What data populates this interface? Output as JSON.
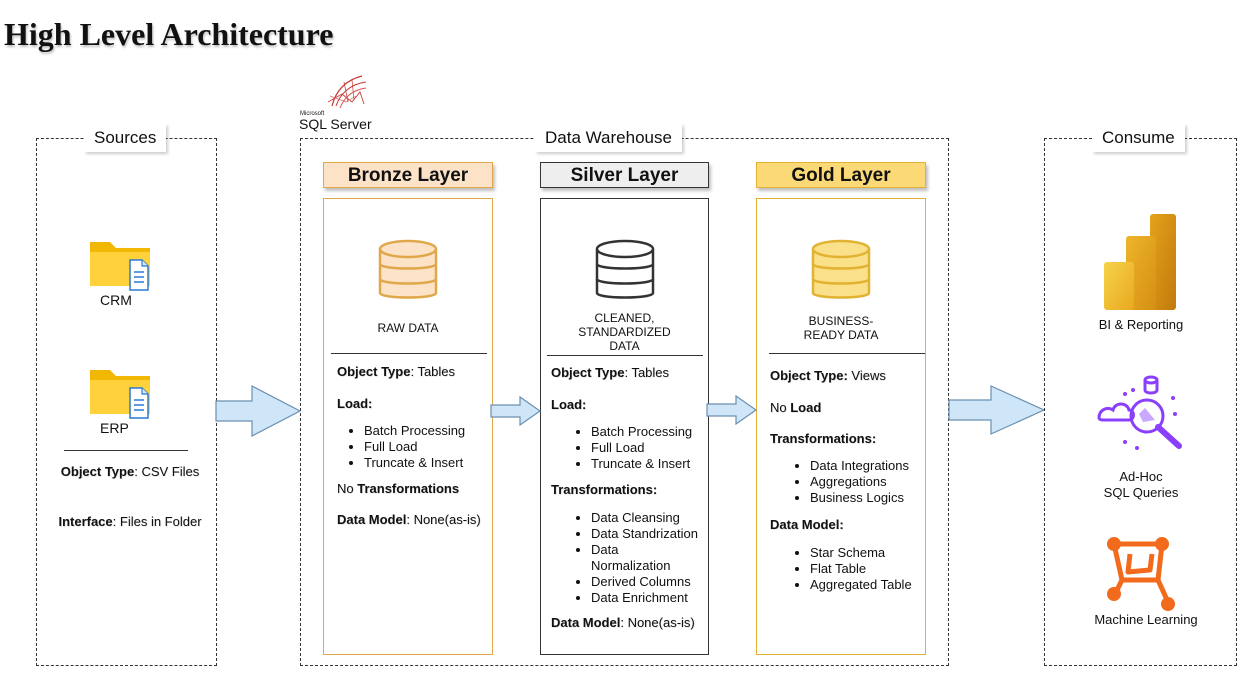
{
  "title": "High Level Architecture",
  "sql_server_logo": {
    "brand_small": "Microsoft",
    "brand": "SQL Server"
  },
  "sources": {
    "label": "Sources",
    "items": [
      {
        "label": "CRM",
        "icon": "folder-file-icon"
      },
      {
        "label": "ERP",
        "icon": "folder-file-icon"
      }
    ],
    "object_type_key": "Object Type",
    "object_type_value": ": CSV Files",
    "interface_key": "Interface",
    "interface_value": ": Files in Folder"
  },
  "warehouse": {
    "label": "Data Warehouse",
    "bronze": {
      "header": "Bronze Layer",
      "caption": "RAW DATA",
      "object_type_key": "Object Type",
      "object_type_value": ": Tables",
      "load_label": "Load:",
      "load_items": [
        "Batch Processing",
        "Full Load",
        "Truncate & Insert"
      ],
      "no_word": "No",
      "transformations_word": "Transformations",
      "data_model_key": "Data Model",
      "data_model_value": ": None(as-is)"
    },
    "silver": {
      "header": "Silver Layer",
      "caption_lines": [
        "CLEANED,",
        "STANDARDIZED",
        "DATA"
      ],
      "object_type_key": "Object Type",
      "object_type_value": ": Tables",
      "load_label": "Load:",
      "load_items": [
        "Batch Processing",
        "Full Load",
        "Truncate & Insert"
      ],
      "transformations_label": "Transformations:",
      "transformation_items": [
        "Data Cleansing",
        "Data Standrization",
        "Data Normalization",
        "Derived Columns",
        "Data Enrichment"
      ],
      "data_model_key": "Data Model",
      "data_model_value": ": None(as-is)"
    },
    "gold": {
      "header": "Gold Layer",
      "caption_lines": [
        "BUSINESS-",
        "READY DATA"
      ],
      "object_type_label": "Object Type:",
      "object_type_value": " Views",
      "no_word": "No ",
      "load_word": "Load",
      "transformations_label": "Transformations:",
      "transformation_items": [
        "Data Integrations",
        "Aggregations",
        "Business Logics"
      ],
      "data_model_label": "Data Model:",
      "data_model_items": [
        "Star Schema",
        "Flat Table",
        "Aggregated Table"
      ]
    }
  },
  "consume": {
    "label": "Consume",
    "items": [
      {
        "label": "BI & Reporting",
        "icon": "powerbi-icon"
      },
      {
        "label_lines": [
          "Ad-Hoc",
          "SQL Queries"
        ],
        "icon": "sql-query-icon"
      },
      {
        "label": "Machine Learning",
        "icon": "machine-learning-icon"
      }
    ]
  },
  "colors": {
    "bronze_fill": "#fce3c8",
    "bronze_border": "#e0a84b",
    "silver_fill": "#eeeeee",
    "silver_border": "#333333",
    "gold_fill": "#fbd977",
    "gold_border": "#e2b332",
    "arrow_fill": "#cfe6f8",
    "arrow_stroke": "#6a8fb0"
  }
}
